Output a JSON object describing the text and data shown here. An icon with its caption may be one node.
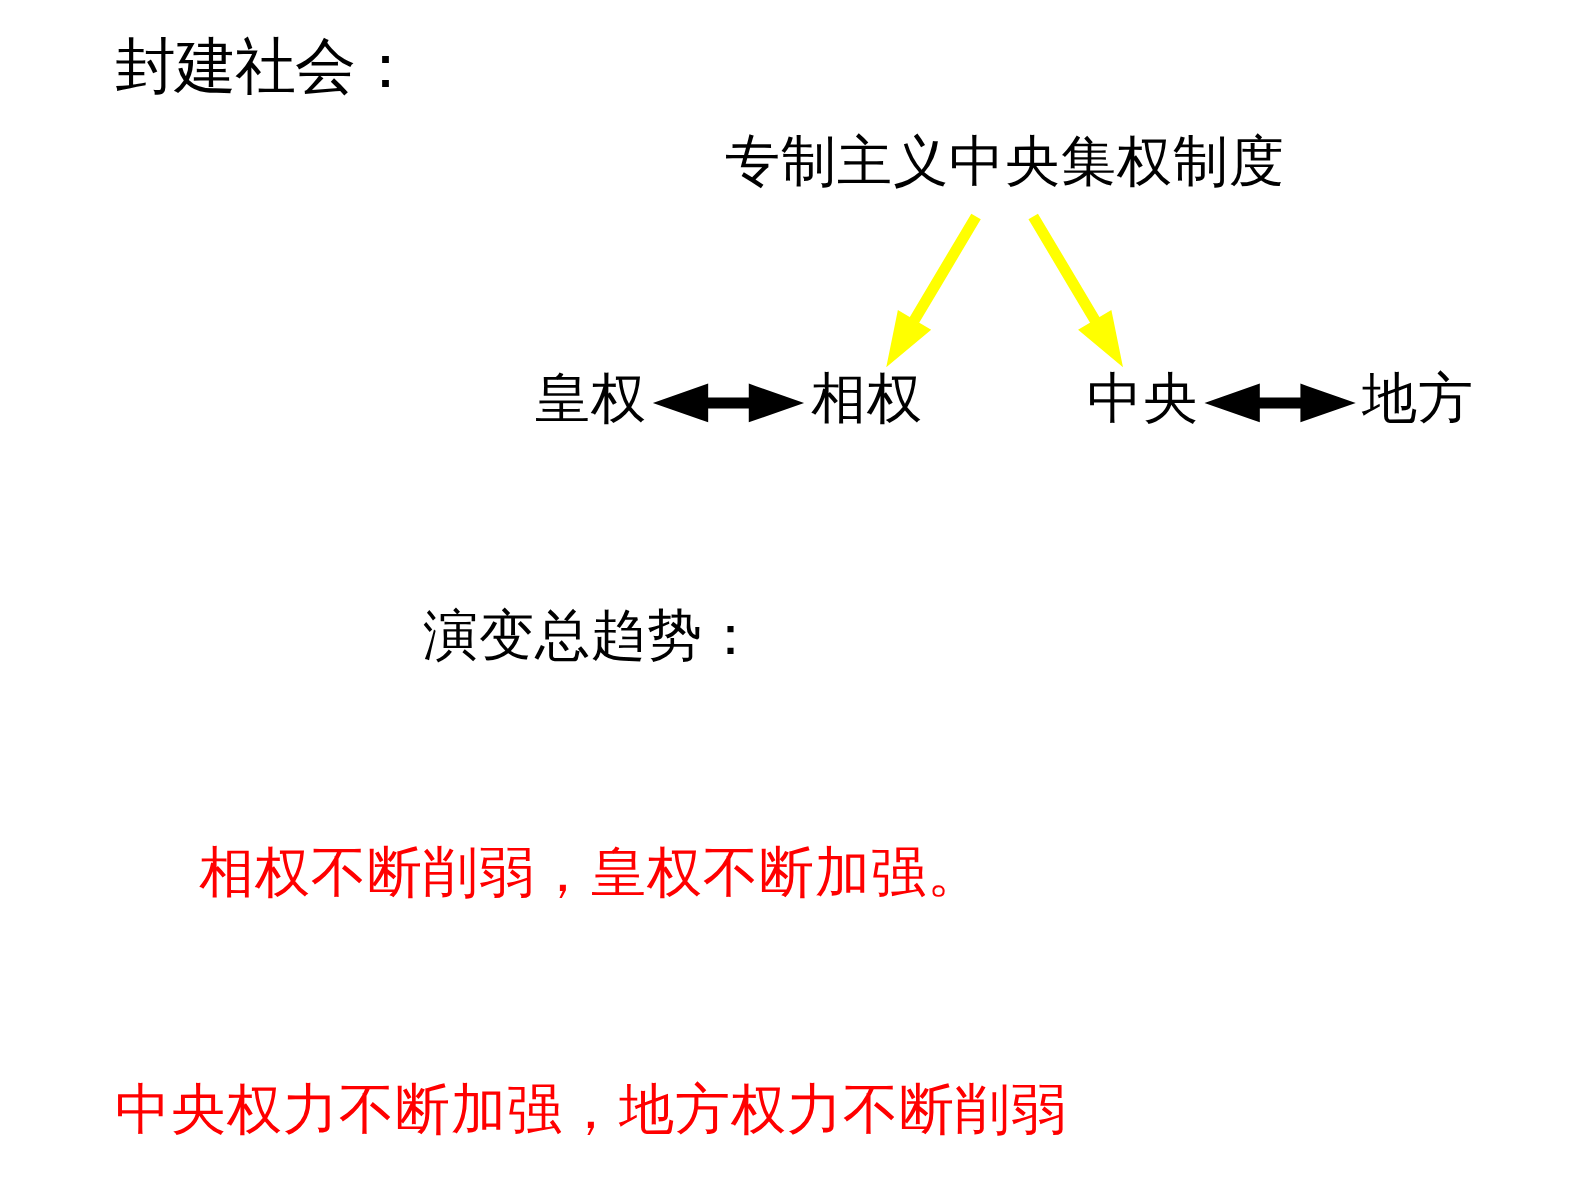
{
  "diagram": {
    "title": "封建社会：",
    "nodes": [
      {
        "text": [
          "专制主义中央集权制度"
        ]
      },
      {
        "text": [
          "皇权"
        ]
      },
      {
        "text": [
          "相权"
        ]
      },
      {
        "text": [
          "中央"
        ]
      },
      {
        "text": [
          "地方"
        ]
      }
    ],
    "edges": [
      {
        "from": 0,
        "to": 2,
        "arrow": "to",
        "color": "#ffff00"
      },
      {
        "from": 0,
        "to": 3,
        "arrow": "to",
        "color": "#ffff00"
      },
      {
        "from": 1,
        "to": 2,
        "arrow": "both",
        "color": "#000000"
      },
      {
        "from": 3,
        "to": 4,
        "arrow": "both",
        "color": "#000000"
      }
    ],
    "labels": [
      "演变总趋势：",
      "相权不断削弱，皇权不断加强。",
      "中央权力不断加强，地方权力不断削弱"
    ]
  }
}
